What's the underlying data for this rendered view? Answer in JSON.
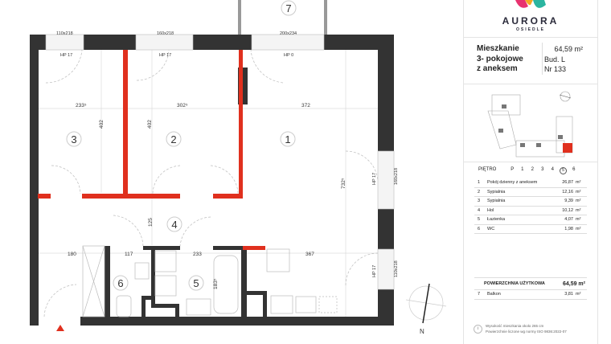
{
  "brand": {
    "name": "AURORA",
    "subtitle": "OSIEDLE",
    "colors": [
      "#e8326f",
      "#f5a623",
      "#2bb5a0",
      "#7b3fa0"
    ]
  },
  "apartment": {
    "title_lines": [
      "Mieszkanie",
      "3- pokojowe",
      "z aneksem"
    ],
    "area": "64,59 m²",
    "building": "Bud. L",
    "number": "Nr 133"
  },
  "floor_selector": {
    "label": "PIĘTRO",
    "floors": [
      "P",
      "1",
      "2",
      "3",
      "4",
      "5",
      "6"
    ],
    "current": "5"
  },
  "rooms": [
    {
      "no": "1",
      "name": "Pokój dzienny z aneksem",
      "area": "26,87",
      "unit": "m²"
    },
    {
      "no": "2",
      "name": "Sypialnia",
      "area": "12,16",
      "unit": "m²"
    },
    {
      "no": "3",
      "name": "Sypialnia",
      "area": "9,39",
      "unit": "m²"
    },
    {
      "no": "4",
      "name": "Hol",
      "area": "10,12",
      "unit": "m²"
    },
    {
      "no": "5",
      "name": "Łazienka",
      "area": "4,07",
      "unit": "m²"
    },
    {
      "no": "6",
      "name": "WC",
      "area": "1,98",
      "unit": "m²"
    }
  ],
  "total": {
    "label": "POWIERZCHNIA UŻYTKOWA",
    "area": "64,59 m²"
  },
  "balcony": {
    "no": "7",
    "name": "Balkon",
    "area": "3,81",
    "unit": "m²"
  },
  "notes": [
    "Wysokość mieszkania około 265 cm",
    "Powierzchnie liczone wg normy ISO 9836:2022-07"
  ],
  "plan": {
    "windows": [
      "110x218",
      "160x218",
      "200x234",
      "160x218",
      "110x218"
    ],
    "sill_heights": [
      "HP 17",
      "HP 17",
      "HP 0",
      "HP 17",
      "HP 17"
    ],
    "dimensions": [
      "233⁵",
      "302⁵",
      "372",
      "402",
      "402",
      "732⁵",
      "125",
      "180",
      "117",
      "233",
      "367",
      "183⁵"
    ],
    "room_markers": [
      "1",
      "2",
      "3",
      "4",
      "5",
      "6",
      "7"
    ],
    "compass": "N",
    "accent": "#e0301e",
    "wall": "#333333"
  }
}
